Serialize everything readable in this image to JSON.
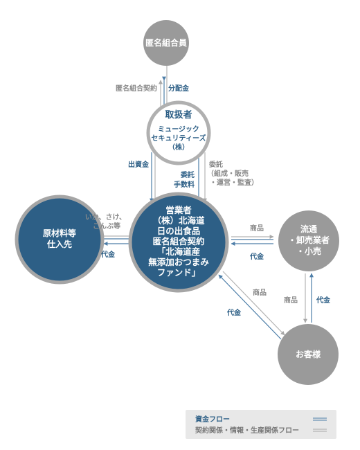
{
  "nodes": {
    "investors": {
      "label": "匿名組合員"
    },
    "handler": {
      "title": "取扱者",
      "lines": [
        "ミュージック",
        "セキュリティーズ",
        "（株）"
      ]
    },
    "operator": {
      "lines": [
        "営業者",
        "（株）北海道",
        "日の出食品",
        "匿名組合契約",
        "「北海道産",
        "無添加おつまみ",
        "ファンド」"
      ]
    },
    "supplier": {
      "lines": [
        "原材料等",
        "仕入先"
      ]
    },
    "distribution": {
      "lines": [
        "流通",
        "・卸売業者",
        "・小売"
      ]
    },
    "customers": {
      "label": "お客様"
    }
  },
  "labels": {
    "contract": "匿名組合契約",
    "dividend": "分配金",
    "investment": "出資金",
    "fee": [
      "委託",
      "手数料"
    ],
    "consign": [
      "委託",
      "（組成・販売",
      "・運営・監査）"
    ],
    "materials": [
      "いか、さけ、",
      "こんぶ等"
    ],
    "supplier_payment": "代金",
    "goods_out": "商品",
    "dist_payment": "代金",
    "goods_down": "商品",
    "dist_down_payment": "代金",
    "goods_diag": "商品",
    "cust_payment": "代金"
  },
  "legend": {
    "money": "資金フロー",
    "contract": "契約関係・情報・生産関係フロー"
  },
  "colors": {
    "blue_node": "#2d5f86",
    "gray_node": "#9a9a9a",
    "blue_line": "#4d7ea8",
    "gray_line": "#b3b3b3"
  }
}
